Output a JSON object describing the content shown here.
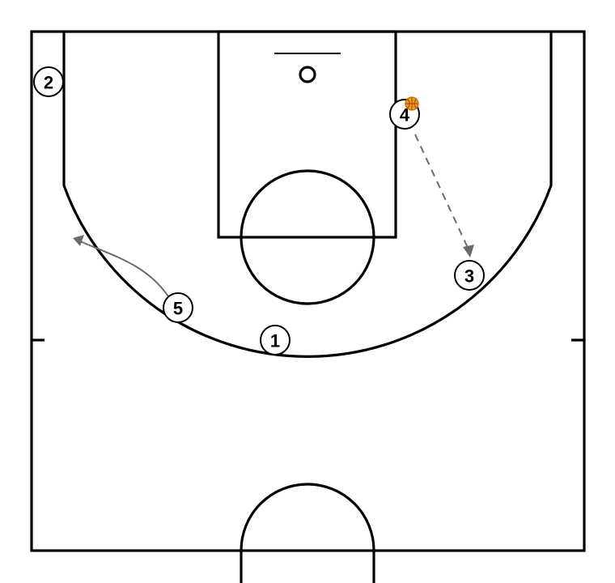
{
  "diagram": {
    "players": [
      {
        "id": "p1",
        "label": "1"
      },
      {
        "id": "p2",
        "label": "2"
      },
      {
        "id": "p3",
        "label": "3"
      },
      {
        "id": "p4",
        "label": "4"
      },
      {
        "id": "p5",
        "label": "5"
      }
    ],
    "ball_holder": "4",
    "actions": [
      {
        "type": "pass",
        "from": "4",
        "to": "3"
      },
      {
        "type": "cut",
        "player": "5"
      }
    ],
    "colors": {
      "court_lines": "#000000",
      "background": "#ffffff",
      "ball": "#f29a1f",
      "action_lines": "#6b6b6b"
    }
  }
}
